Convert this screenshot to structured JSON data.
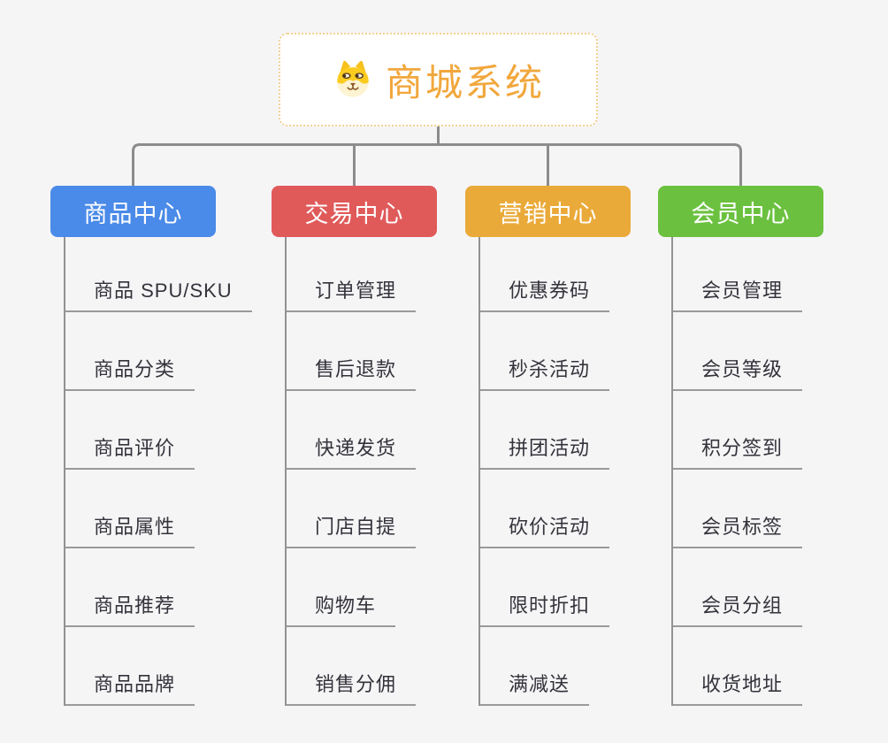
{
  "root": {
    "title": "商城系统",
    "icon": "dog-face-icon",
    "accent_color": "#F1A73C",
    "border_color": "#F3CF93"
  },
  "colors": {
    "background": "#F5F5F6",
    "connector_line": "#8C8C8C",
    "leaf_underline": "#9A9A9A",
    "leaf_text": "#33333B"
  },
  "branches": [
    {
      "label": "商品中心",
      "color": "#4A8AE8",
      "children": [
        "商品 SPU/SKU",
        "商品分类",
        "商品评价",
        "商品属性",
        "商品推荐",
        "商品品牌"
      ]
    },
    {
      "label": "交易中心",
      "color": "#E05A5A",
      "children": [
        "订单管理",
        "售后退款",
        "快递发货",
        "门店自提",
        "购物车",
        "销售分佣"
      ]
    },
    {
      "label": "营销中心",
      "color": "#EAAA39",
      "children": [
        "优惠券码",
        "秒杀活动",
        "拼团活动",
        "砍价活动",
        "限时折扣",
        "满减送"
      ]
    },
    {
      "label": "会员中心",
      "color": "#6BC13F",
      "children": [
        "会员管理",
        "会员等级",
        "积分签到",
        "会员标签",
        "会员分组",
        "收货地址"
      ]
    }
  ]
}
